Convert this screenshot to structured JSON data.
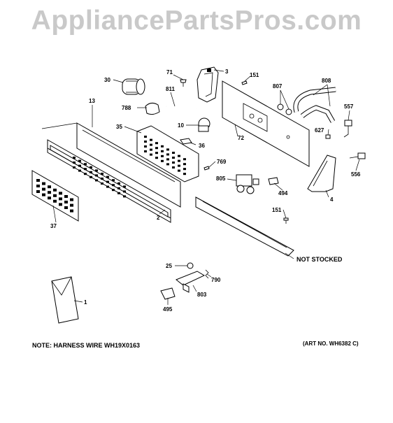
{
  "watermark": "AppliancePartsPros.com",
  "notes": {
    "harness": "NOTE: HARNESS WIRE WH19X0163",
    "art_no": "(ART NO. WH6382 C)",
    "not_stocked": "NOT STOCKED"
  },
  "part_labels": [
    "30",
    "71",
    "3",
    "151",
    "807",
    "808",
    "811",
    "788",
    "13",
    "10",
    "557",
    "35",
    "72",
    "627",
    "36",
    "769",
    "556",
    "805",
    "494",
    "4",
    "151",
    "2",
    "37",
    "25",
    "790",
    "803",
    "495",
    "1"
  ]
}
